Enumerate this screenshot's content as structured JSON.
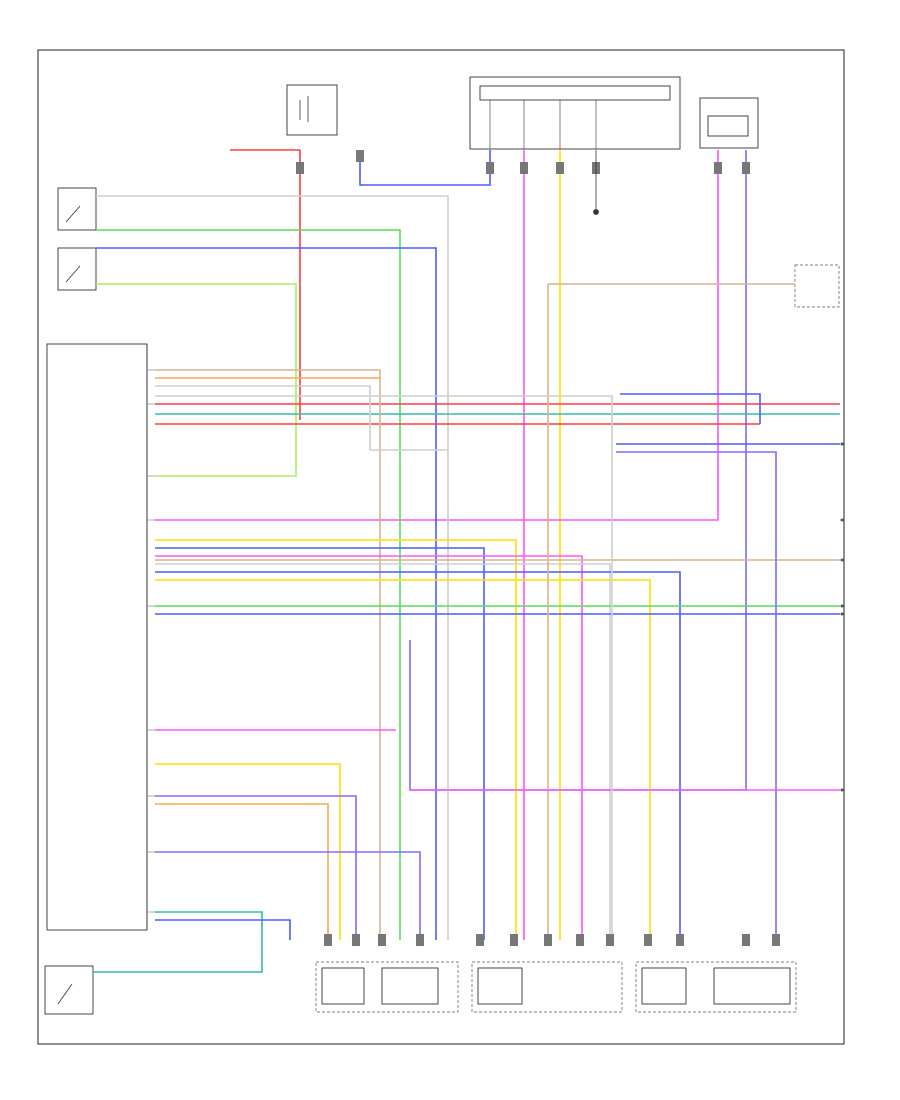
{
  "diagram": {
    "title": "",
    "page_mark": "",
    "colors": {
      "red": "#ff3b3b",
      "green": "#55dd55",
      "blue": "#4a5cff",
      "violet": "#7f6bff",
      "yellow": "#ffe000",
      "orange": "#ffa64d",
      "pink": "#ff55ff",
      "tan": "#d9b38c",
      "lightgreen": "#a6f05a",
      "teal": "#33bbaa",
      "gray": "#cfcfcf"
    },
    "components": [
      {
        "id": "hot-at-all-times-fuse",
        "label": ""
      },
      {
        "id": "instrument-cluster",
        "label": ""
      },
      {
        "id": "left-seatbelt-buckle-switch",
        "label": ""
      },
      {
        "id": "left-seat-sensors",
        "label": ""
      },
      {
        "id": "restraints-control-module",
        "label": ""
      },
      {
        "id": "passenger-occupant-classification-sensor",
        "label": ""
      },
      {
        "id": "front-passenger-seatbelt-buckle-switch",
        "label": ""
      },
      {
        "id": "passenger-seatbelt-pretensioner",
        "label": ""
      },
      {
        "id": "driver-seatbelt-pretensioner",
        "label": ""
      },
      {
        "id": "driver-seat-position-sensor",
        "label": ""
      },
      {
        "id": "right-side-impact-sensor",
        "label": ""
      },
      {
        "id": "driver-front-impact-sensor",
        "label": ""
      },
      {
        "id": "passenger-front-impact-sensor",
        "label": ""
      }
    ],
    "notes": []
  }
}
